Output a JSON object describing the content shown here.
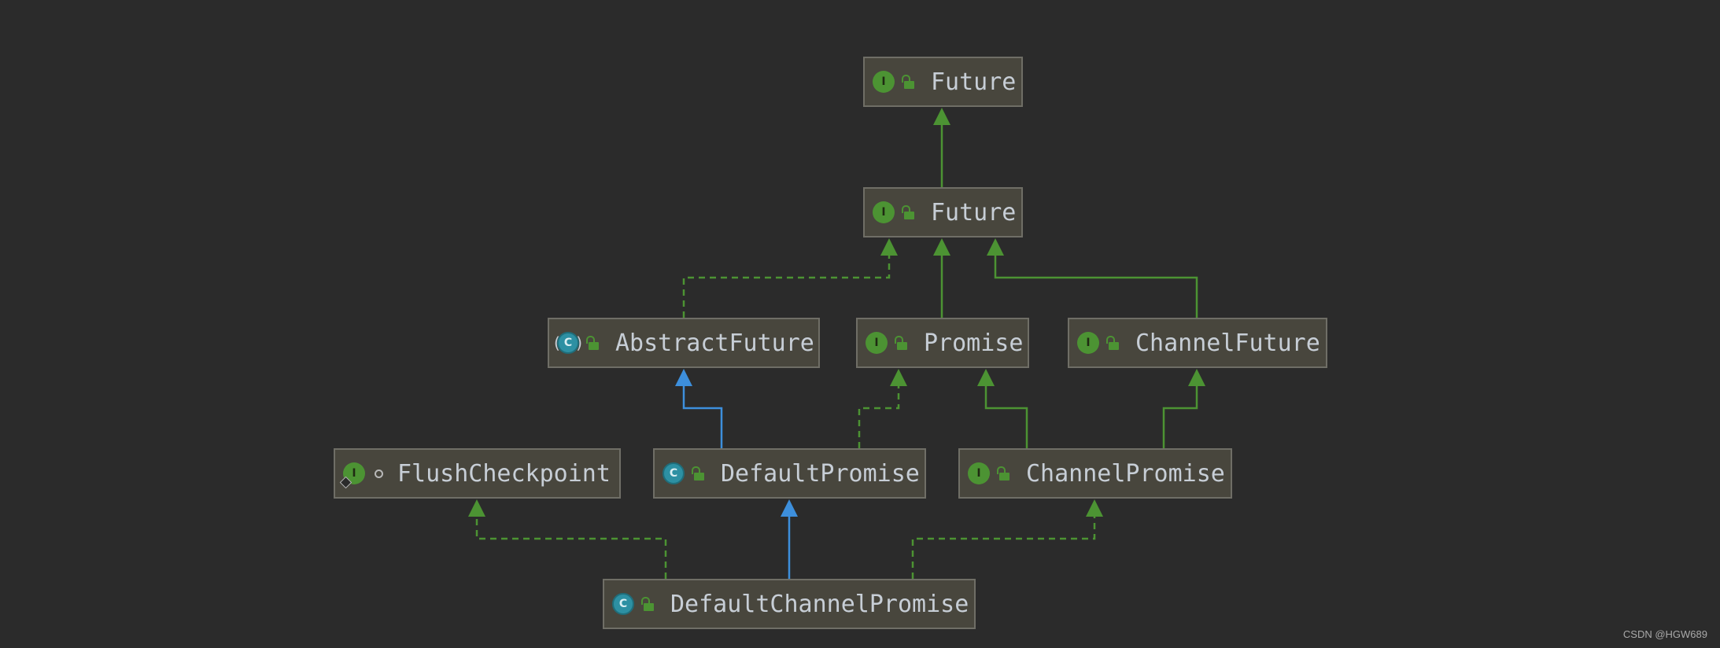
{
  "nodes": [
    {
      "id": "future-top",
      "kind": "interface",
      "visibility": "public",
      "label": "Future"
    },
    {
      "id": "future",
      "kind": "interface",
      "visibility": "public",
      "label": "Future"
    },
    {
      "id": "abstract-future",
      "kind": "abstract-class",
      "visibility": "public",
      "label": "AbstractFuture"
    },
    {
      "id": "promise",
      "kind": "interface",
      "visibility": "public",
      "label": "Promise"
    },
    {
      "id": "channel-future",
      "kind": "interface",
      "visibility": "public",
      "label": "ChannelFuture"
    },
    {
      "id": "flush-checkpoint",
      "kind": "interface",
      "visibility": "package",
      "label": "FlushCheckpoint"
    },
    {
      "id": "default-promise",
      "kind": "class",
      "visibility": "public",
      "label": "DefaultPromise"
    },
    {
      "id": "channel-promise",
      "kind": "interface",
      "visibility": "public",
      "label": "ChannelPromise"
    },
    {
      "id": "default-channel-promise",
      "kind": "class",
      "visibility": "public",
      "label": "DefaultChannelPromise"
    }
  ],
  "edges": [
    {
      "from": "future",
      "to": "future-top",
      "type": "extends"
    },
    {
      "from": "abstract-future",
      "to": "future",
      "type": "implements"
    },
    {
      "from": "promise",
      "to": "future",
      "type": "extends"
    },
    {
      "from": "channel-future",
      "to": "future",
      "type": "extends"
    },
    {
      "from": "default-promise",
      "to": "abstract-future",
      "type": "class-extends"
    },
    {
      "from": "default-promise",
      "to": "promise",
      "type": "implements"
    },
    {
      "from": "channel-promise",
      "to": "promise",
      "type": "extends"
    },
    {
      "from": "channel-promise",
      "to": "channel-future",
      "type": "extends"
    },
    {
      "from": "default-channel-promise",
      "to": "flush-checkpoint",
      "type": "implements"
    },
    {
      "from": "default-channel-promise",
      "to": "default-promise",
      "type": "class-extends"
    },
    {
      "from": "default-channel-promise",
      "to": "channel-promise",
      "type": "implements"
    }
  ],
  "badges": {
    "interface": "I",
    "class": "C"
  },
  "icons": {
    "interface": "interface-badge-icon",
    "class": "class-badge-icon",
    "public": "unlocked-padlock-icon",
    "package": "package-private-dot-icon"
  },
  "colors": {
    "background": "#2b2b2b",
    "node_fill": "#48463d",
    "node_border": "#6f6e66",
    "interface_edge": "#4c9333",
    "class_edge": "#3d8fdc",
    "text": "#c7ced6"
  },
  "watermark": "CSDN @HGW689"
}
